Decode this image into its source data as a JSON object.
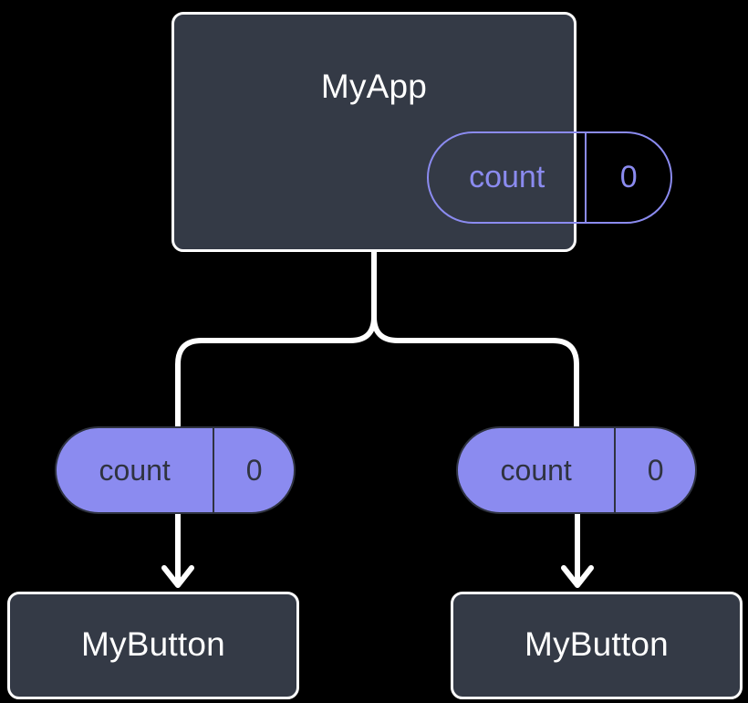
{
  "diagram": {
    "title_text": "MyApp",
    "background_color": "#000000",
    "node_fill_color": "#343a46",
    "node_border_color": "#ffffff",
    "accent_color": "#8b8bf0",
    "dark_text_color": "#2f3340",
    "edge_color": "#ffffff",
    "arrow_color": "#ffffff"
  },
  "root": {
    "label": "MyApp",
    "state": {
      "key": "count",
      "value": "0"
    }
  },
  "branches": [
    {
      "id": "left",
      "prop": {
        "key": "count",
        "value": "0"
      },
      "child": {
        "label": "MyButton"
      }
    },
    {
      "id": "right",
      "prop": {
        "key": "count",
        "value": "0"
      },
      "child": {
        "label": "MyButton"
      }
    }
  ],
  "edges": {
    "fork_label": "",
    "arrow_left_label": "",
    "arrow_right_label": ""
  }
}
